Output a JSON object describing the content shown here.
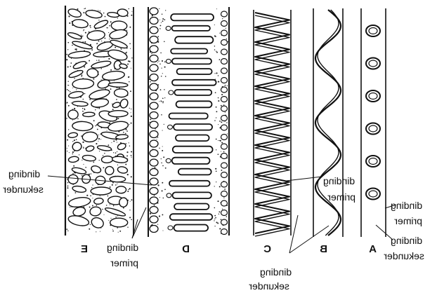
{
  "labels": {
    "letters": {
      "A": "A",
      "B": "B",
      "C": "C",
      "D": "D",
      "E": "E"
    },
    "dinding": "dinding",
    "sekunder": "sekunder",
    "primer": "primer"
  }
}
